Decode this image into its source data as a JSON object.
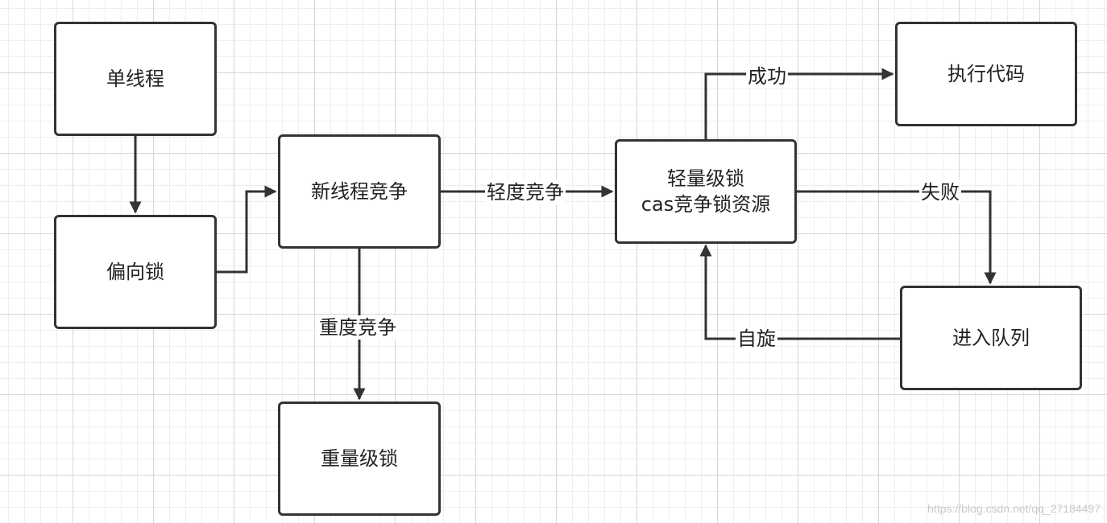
{
  "nodes": {
    "single_thread": "单线程",
    "biased_lock": "偏向锁",
    "new_thread_compete": "新线程竞争",
    "heavyweight_lock": "重量级锁",
    "lightweight_lock_line1": "轻量级锁",
    "lightweight_lock_line2": "cas竞争锁资源",
    "execute_code": "执行代码",
    "enter_queue": "进入队列"
  },
  "edges": {
    "light_contention": "轻度竞争",
    "heavy_contention": "重度竞争",
    "success": "成功",
    "failure": "失败",
    "spin": "自旋"
  },
  "watermark": "https://blog.csdn.net/qq_27184497",
  "colors": {
    "line": "#333333",
    "grid_major": "#d6d6d6",
    "grid_minor": "#eeeeee"
  }
}
